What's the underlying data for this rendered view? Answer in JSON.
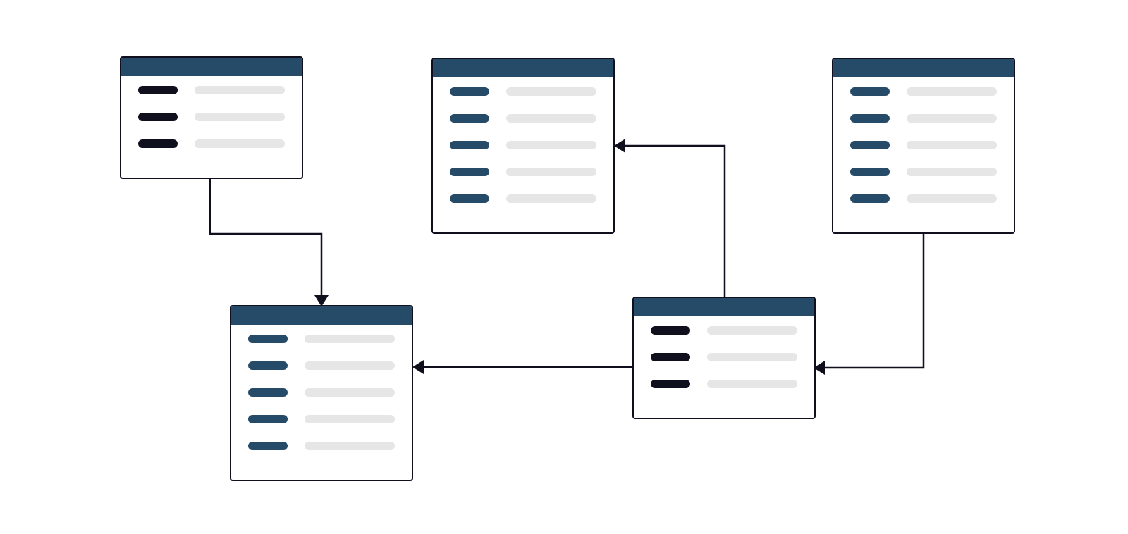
{
  "diagram": {
    "type": "entity-relationship-diagram",
    "colors": {
      "header": "#264b69",
      "border": "#0f0f1e",
      "key_primary": "#0f0f1e",
      "key_field": "#264b69",
      "value_placeholder": "#e6e6e6",
      "connector": "#0f0f1e"
    },
    "tables": [
      {
        "id": "table-top-left",
        "rows": 3,
        "key_style": "primary"
      },
      {
        "id": "table-top-center",
        "rows": 5,
        "key_style": "field"
      },
      {
        "id": "table-top-right",
        "rows": 5,
        "key_style": "field"
      },
      {
        "id": "table-bottom-left",
        "rows": 5,
        "key_style": "field"
      },
      {
        "id": "table-bottom-right",
        "rows": 3,
        "key_style": "primary"
      }
    ],
    "relationships": [
      {
        "from": "table-top-left",
        "to": "table-bottom-left"
      },
      {
        "from": "table-bottom-right",
        "to": "table-top-center"
      },
      {
        "from": "table-top-right",
        "to": "table-bottom-right"
      },
      {
        "from": "table-bottom-right",
        "to": "table-bottom-left"
      }
    ]
  }
}
